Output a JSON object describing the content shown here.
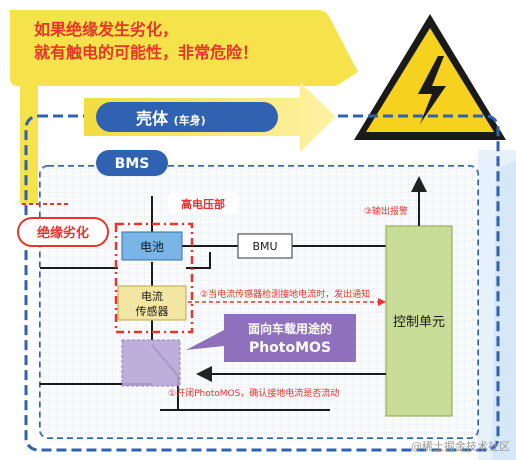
{
  "warning": {
    "line1": "如果绝缘发生劣化，",
    "line2": "就有触电的可能性，非常危险！"
  },
  "labels": {
    "shell": "壳体",
    "shell_sub": "(车身)",
    "bms": "BMS",
    "hv_part": "高电压部",
    "insulation": "绝缘劣化",
    "battery": "电池",
    "bmu": "BMU",
    "sensor_line1": "电流",
    "sensor_line2": "传感器",
    "control": "控制单元",
    "photomos_line1": "面向车载用途的",
    "photomos_line2": "PhotoMOS",
    "step1": "①开闭PhotoMOS，确认接地电流是否流动",
    "step2": "②当电流传感器检测接地电流时，发出通知",
    "step3": "③输出报警",
    "watermark": "@稀土掘金技术社区"
  },
  "colors": {
    "warning_red": "#e8342a",
    "yellow": "#f6e24a",
    "shell_blue": "#2f62b0",
    "control_green": "#c7dd97",
    "battery_blue": "#79b5e6",
    "sensor_yellow": "#f3e6a2",
    "photomos_purple": "#8e70bd"
  }
}
